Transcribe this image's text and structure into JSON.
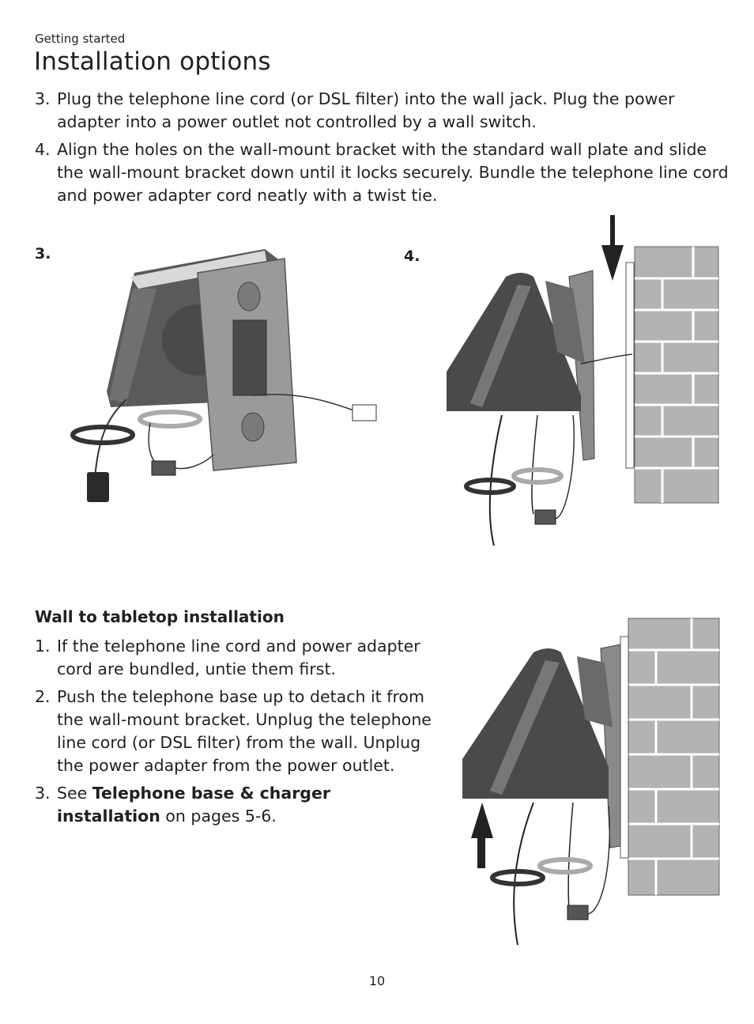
{
  "header": {
    "section": "Getting started",
    "title": "Installation options"
  },
  "top_steps": [
    {
      "number": "3.",
      "text": "Plug the telephone line cord (or DSL filter) into the wall jack. Plug the power adapter into a power outlet not controlled by a wall switch."
    },
    {
      "number": "4.",
      "text": "Align the holes on the wall-mount bracket with the standard wall plate and slide the wall-mount bracket down until it locks securely. Bundle the telephone line cord and power adapter cord neatly with a twist tie."
    }
  ],
  "figures": {
    "fig3_label": "3.",
    "fig4_label": "4."
  },
  "wall_to_tabletop": {
    "heading": "Wall to tabletop installation",
    "steps": [
      {
        "number": "1.",
        "text": "If the telephone line cord and power adapter cord are bundled, untie them first."
      },
      {
        "number": "2.",
        "text": "Push the telephone base up to detach it from the wall-mount bracket. Unplug the telephone line cord (or DSL filter) from the wall. Unplug the power adapter from the power outlet."
      },
      {
        "number": "3.",
        "text_before": "See ",
        "bold": "Telephone base & charger installation",
        "text_after": " on pages 5-6."
      }
    ]
  },
  "footer": {
    "page_number": "10"
  },
  "icons": [
    "down-arrow-icon",
    "up-arrow-icon"
  ],
  "colors": {
    "text": "#231f20",
    "brick": "#b3b3b3",
    "device_dark": "#4a4a4a",
    "device_mid": "#8a8a8a",
    "bracket": "#9a9a9a"
  }
}
